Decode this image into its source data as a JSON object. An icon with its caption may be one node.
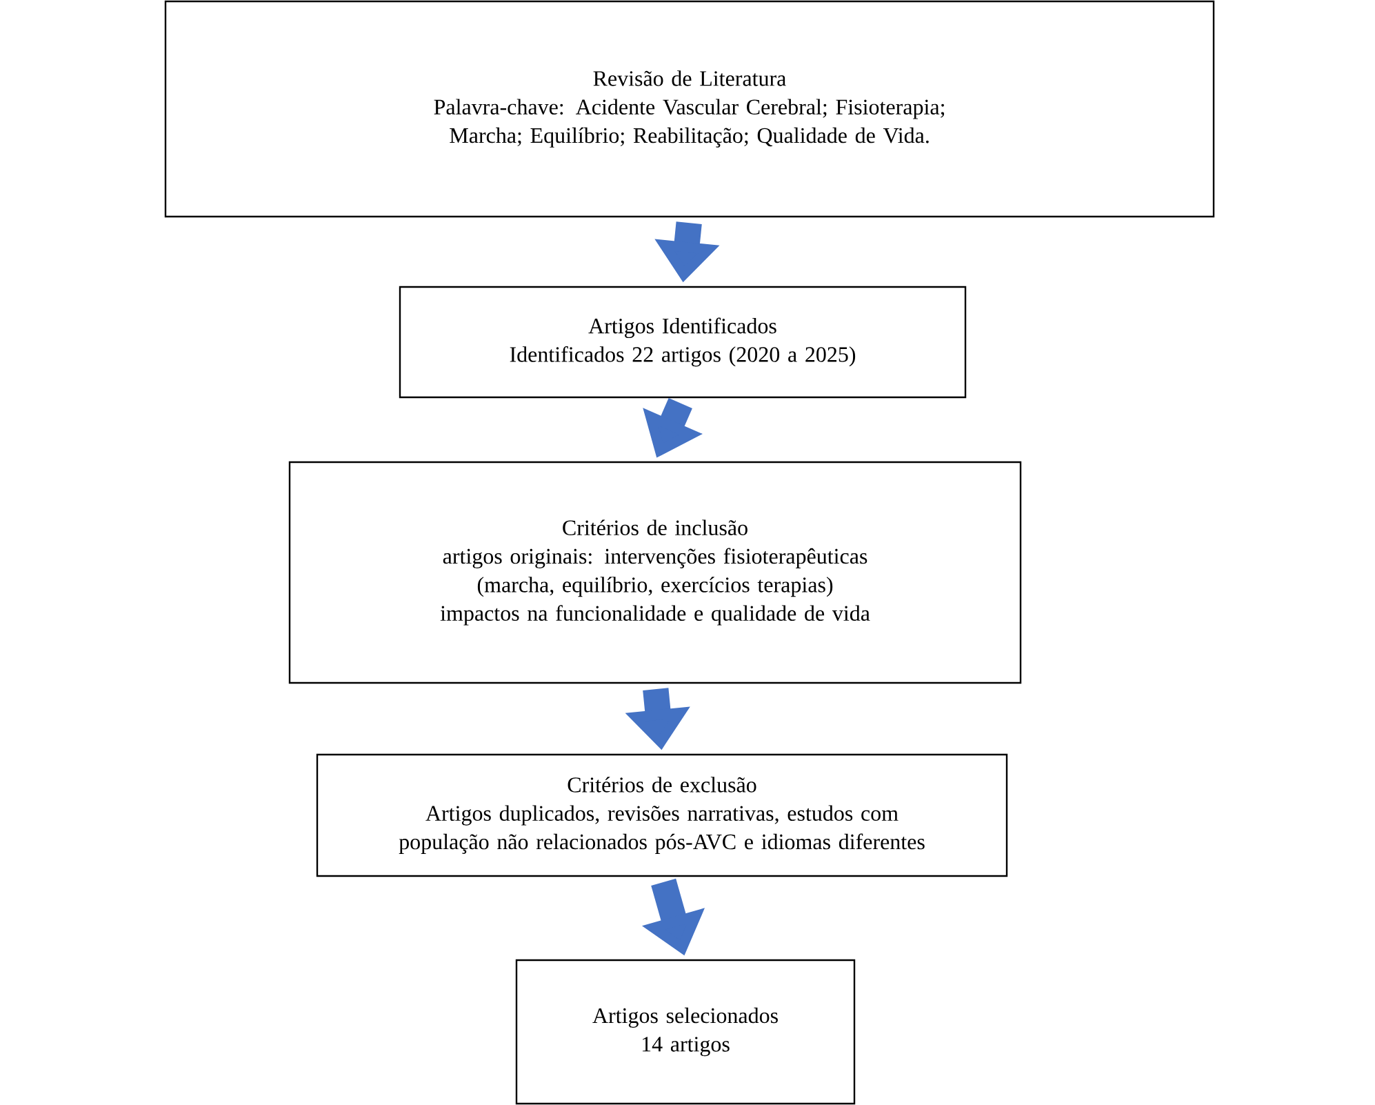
{
  "diagram": {
    "nodes": [
      {
        "text": [
          "Revisão de Literatura",
          "Palavra-chave: Acidente Vascular Cerebral; Fisioterapia; Marcha; Equilíbrio; Reabilitação; Qualidade de Vida."
        ]
      },
      {
        "text": [
          "Artigos Identificados",
          "Identificados 22 artigos (2020 a 2025)"
        ]
      },
      {
        "text": [
          "Critérios de inclusão",
          "artigos originais: intervenções fisioterapêuticas",
          "(marcha, equilíbrio, exercícios terapias)",
          "impactos na funcionalidade e qualidade de vida"
        ]
      },
      {
        "text": [
          "Critérios de exclusão",
          "Artigos duplicados, revisões narrativas, estudos com população não relacionados pós-AVC e idiomas diferentes"
        ]
      },
      {
        "text": [
          "Artigos selecionados",
          "14 artigos"
        ]
      }
    ],
    "edges": [
      {
        "from": 0,
        "to": 1,
        "arrow": "to"
      },
      {
        "from": 1,
        "to": 2,
        "arrow": "to"
      },
      {
        "from": 2,
        "to": 3,
        "arrow": "to"
      },
      {
        "from": 3,
        "to": 4,
        "arrow": "to"
      }
    ]
  }
}
